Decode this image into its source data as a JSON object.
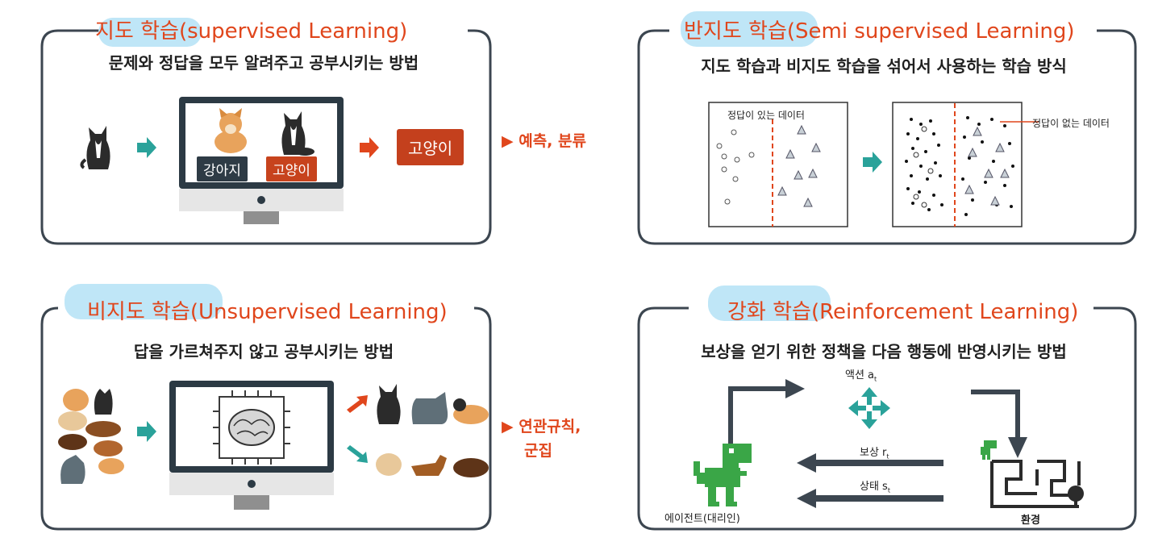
{
  "panels": {
    "supervised": {
      "title": "지도 학습(supervised Learning)",
      "description": "문제와 정답을 모두 알려주고 공부시키는 방법",
      "label_dog": "강아지",
      "label_cat": "고양이",
      "answer": "고양이",
      "result": "▶ 예측, 분류"
    },
    "semi_supervised": {
      "title": "반지도 학습(Semi supervised Learning)",
      "description": "지도 학습과 비지도 학습을 섞어서 사용하는 학습 방식",
      "labeled_caption": "정답이 있는 데이터",
      "unlabeled_caption": "정답이 없는 데이터"
    },
    "unsupervised": {
      "title": "비지도 학습(Unsupervised Learning)",
      "description": "답을 가르쳐주지 않고 공부시키는 방법",
      "result_line1": "▶ 연관규칙,",
      "result_line2": "군집"
    },
    "reinforcement": {
      "title": "강화 학습(Reinforcement Learning)",
      "description": "보상을 얻기 위한 정책을 다음 행동에 반영시키는 방법",
      "action_label": "액션 a",
      "action_sub": "t",
      "reward_label": "보상 r",
      "reward_sub": "t",
      "state_label": "상태 s",
      "state_sub": "t",
      "agent_label": "에이전트(대리인)",
      "environment_label": "환경"
    }
  },
  "colors": {
    "accent": "#e0461c",
    "highlight": "#bfe6f7",
    "teal_arrow": "#2aa29a",
    "border": "#3c4650",
    "dino": "#3aa647"
  }
}
